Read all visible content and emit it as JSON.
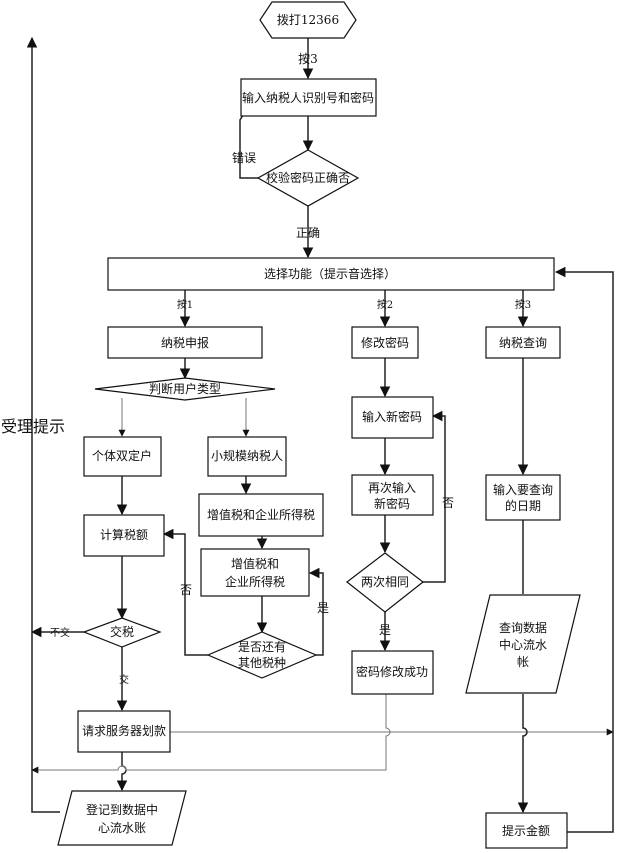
{
  "nodes": {
    "start": "拨打12366",
    "input_id": "输入纳税人识别号和密码",
    "verify": "校验密码正确否",
    "select": "选择功能（提示音选择）",
    "tax_report": "纳税申报",
    "judge_type": "判断用户类型",
    "individual": "个体双定户",
    "small_scale": "小规模纳税人",
    "vat_income_tax": "增值税和企业所得税",
    "vat_line1": "增值税和",
    "vat_line2": "企业所得税",
    "other_tax_line1": "是否还有",
    "other_tax_line2": "其他税种",
    "calc_tax": "计算税额",
    "pay_tax": "交税",
    "request_debit": "请求服务器划款",
    "register_line1": "登记到数据中",
    "register_line2": "心流水账",
    "change_pwd": "修改密码",
    "new_pwd": "输入新密码",
    "reenter_line1": "再次输入",
    "reenter_line2": "新密码",
    "same": "两次相同",
    "pwd_success": "密码修改成功",
    "query": "纳税查询",
    "query_date_line1": "输入要查询",
    "query_date_line2": "的日期",
    "query_data_line1": "查询数据",
    "query_data_line2": "中心流水",
    "query_data_line3": "帐",
    "show_amount": "提示金额"
  },
  "labels": {
    "press3_top": "按3",
    "error": "错误",
    "correct": "正确",
    "press1": "按1",
    "press2": "按2",
    "press3": "按3",
    "no_left": "否",
    "yes_right": "是",
    "no_pwd": "否",
    "yes_pwd": "是",
    "not_pay": "不交",
    "pay": "交",
    "accept_hint": "受理提示"
  }
}
